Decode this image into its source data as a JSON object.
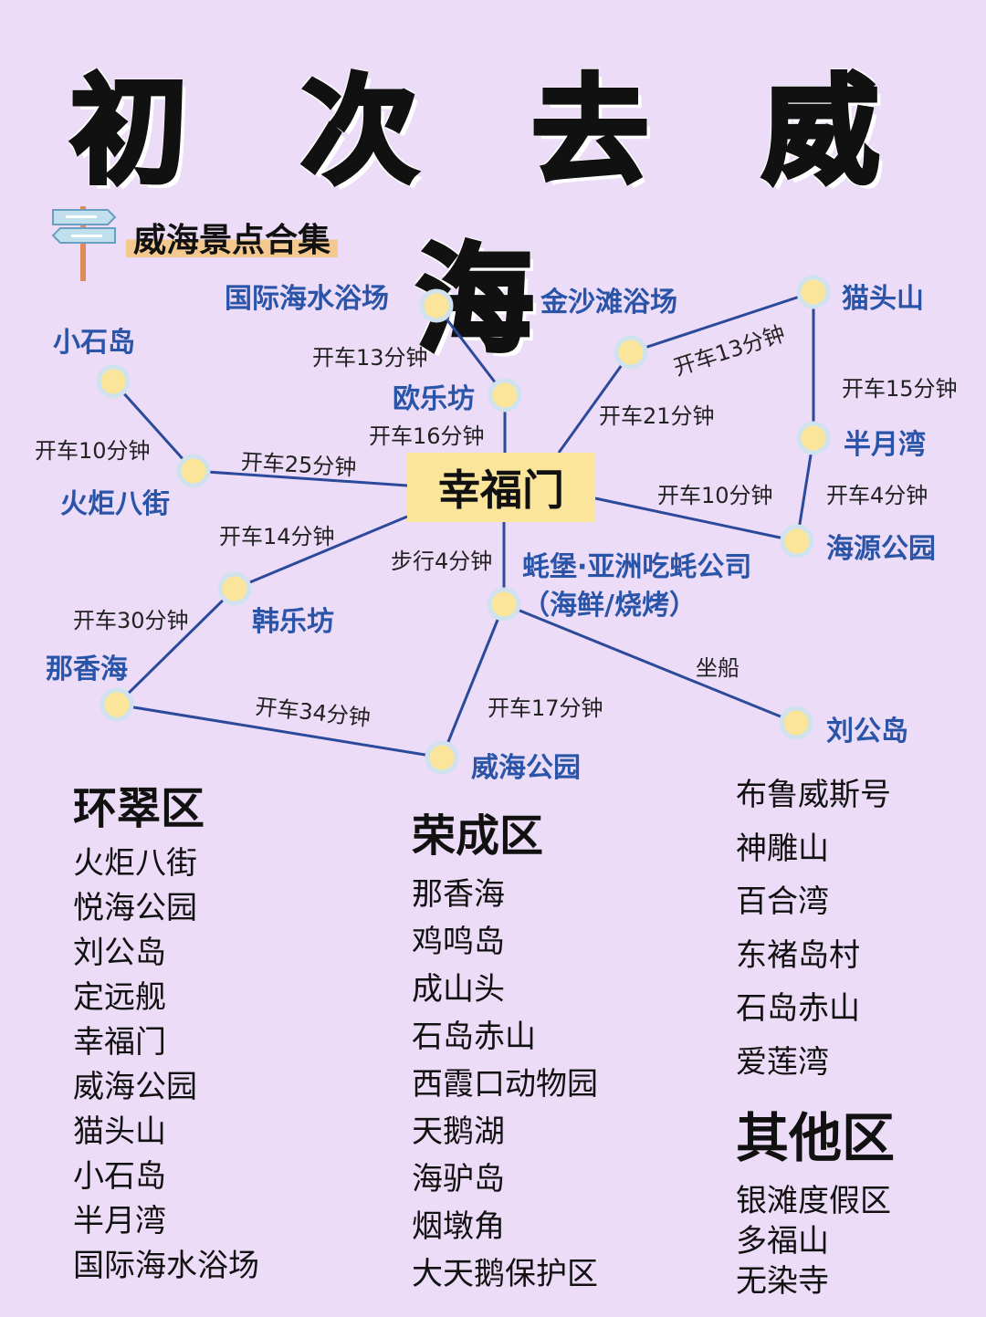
{
  "title": "初 次 去 威 海",
  "subtitle": "威海景点合集",
  "hub": "幸福门",
  "places": {
    "guoji": "国际海水浴场",
    "jinsha": "金沙滩浴场",
    "maotou": "猫头山",
    "xiaoshi": "小石岛",
    "oule": "欧乐坊",
    "banyue": "半月湾",
    "huoju": "火炬八街",
    "haiyuan": "海源公园",
    "haobao": "蚝堡·亚洲吃蚝公司",
    "haobao_note": "（海鲜/烧烤）",
    "hanle": "韩乐坊",
    "naxiang": "那香海",
    "liugong": "刘公岛",
    "weihai_park": "威海公园"
  },
  "edges": {
    "xiaoshi_huoju": "开车10分钟",
    "huoju_hub": "开车25分钟",
    "guoji_oule": "开车13分钟",
    "oule_hub": "开车16分钟",
    "jinsha_maotou": "开车13分钟",
    "jinsha_hub": "开车21分钟",
    "maotou_banyue": "开车15分钟",
    "banyue_haiyuan": "开车4分钟",
    "hub_haiyuan": "开车10分钟",
    "hub_hanle": "开车14分钟",
    "hanle_naxiang": "开车30分钟",
    "hub_haobao": "步行4分钟",
    "haobao_liugong": "坐船",
    "haobao_weihai": "开车17分钟",
    "naxiang_weihai": "开车34分钟"
  },
  "districts": {
    "huancui": {
      "name": "环翠区",
      "items": [
        "火炬八街",
        "悦海公园",
        "刘公岛",
        "定远舰",
        "幸福门",
        "威海公园",
        "猫头山",
        "小石岛",
        "半月湾",
        "国际海水浴场"
      ]
    },
    "rongcheng": {
      "name": "荣成区",
      "items": [
        "那香海",
        "鸡鸣岛",
        "成山头",
        "石岛赤山",
        "西霞口动物园",
        "天鹅湖",
        "海驴岛",
        "烟墩角",
        "大天鹅保护区"
      ]
    },
    "rongcheng_more": {
      "items": [
        "布鲁威斯号",
        "神雕山",
        "百合湾",
        "东褚岛村",
        "石岛赤山",
        "爱莲湾"
      ]
    },
    "other": {
      "name": "其他区",
      "items": [
        "银滩度假区",
        "多福山",
        "无染寺"
      ]
    }
  },
  "colors": {
    "background": "#eddcf8",
    "node_fill": "#fbe59a",
    "node_stroke": "#cfe2ee",
    "edge": "#2c4a9a",
    "place_label": "#2a54a8",
    "highlight": "#f4c98f"
  },
  "icons": [
    "signpost-icon"
  ]
}
